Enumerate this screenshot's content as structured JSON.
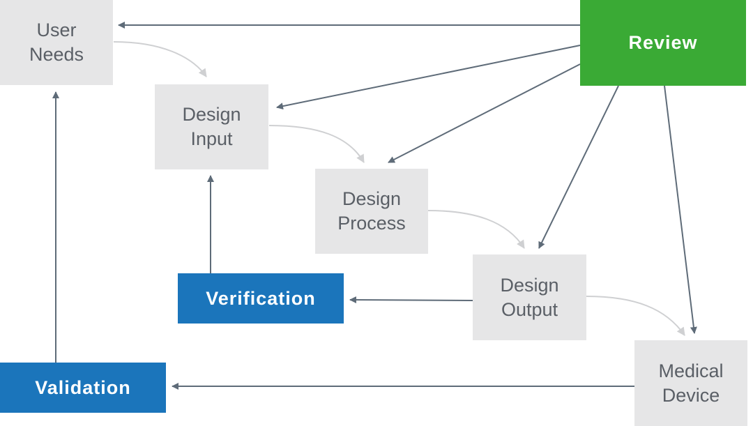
{
  "colors": {
    "box_fill": "#e6e6e7",
    "box_text": "#5a5f66",
    "review": "#3aaa35",
    "verify_validate": "#1b75bb",
    "dark_arrow": "#5e6b78",
    "light_arrow": "#cfd0d2"
  },
  "nodes": {
    "user_needs": "User\nNeeds",
    "design_input": "Design\nInput",
    "design_process": "Design\nProcess",
    "design_output": "Design\nOutput",
    "medical_device": "Medical\nDevice",
    "review": "Review",
    "verification": "Verification",
    "validation": "Validation"
  },
  "edges": [
    {
      "from": "user_needs",
      "to": "design_input",
      "style": "light"
    },
    {
      "from": "design_input",
      "to": "design_process",
      "style": "light"
    },
    {
      "from": "design_process",
      "to": "design_output",
      "style": "light"
    },
    {
      "from": "design_output",
      "to": "medical_device",
      "style": "light"
    },
    {
      "from": "review",
      "to": "user_needs",
      "style": "dark"
    },
    {
      "from": "review",
      "to": "design_input",
      "style": "dark"
    },
    {
      "from": "review",
      "to": "design_process",
      "style": "dark"
    },
    {
      "from": "review",
      "to": "design_output",
      "style": "dark"
    },
    {
      "from": "review",
      "to": "medical_device",
      "style": "dark"
    },
    {
      "from": "design_output",
      "to": "verification",
      "style": "dark"
    },
    {
      "from": "verification",
      "to": "design_input",
      "style": "dark"
    },
    {
      "from": "medical_device",
      "to": "validation",
      "style": "dark"
    },
    {
      "from": "validation",
      "to": "user_needs",
      "style": "dark"
    }
  ]
}
